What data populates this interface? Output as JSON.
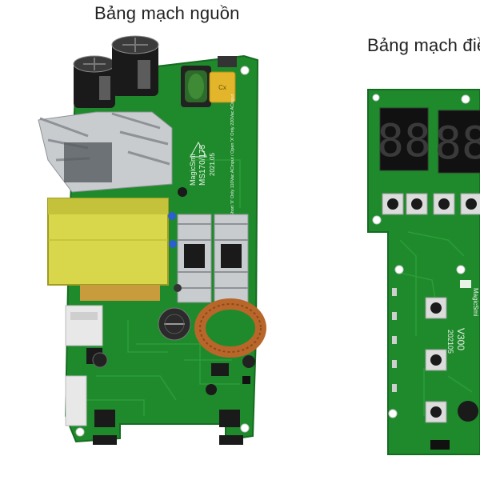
{
  "captions": {
    "power_board": "Bảng mạch nguồn",
    "control_board": "Bảng mạch điề"
  },
  "power_board": {
    "brand_text": "MagicSmi",
    "model_text": "MS170/175",
    "date_text": "2021.05",
    "warning_text": "Short 'X' Only 110Vac ACinput / Open 'X' Only 220Vac ACinput",
    "cap_text": "Cx"
  },
  "control_board": {
    "brand_text": "MagicSmi",
    "model_text": "V300",
    "date_text": "202105",
    "display_digits": "88"
  },
  "colors": {
    "pcb_green": "#1f8a2c",
    "pcb_dark": "#156b20",
    "transformer_yellow": "#d8d64a",
    "heatsink_silver": "#c9cccf",
    "copper": "#b8662a",
    "led_red": "#e02020"
  }
}
